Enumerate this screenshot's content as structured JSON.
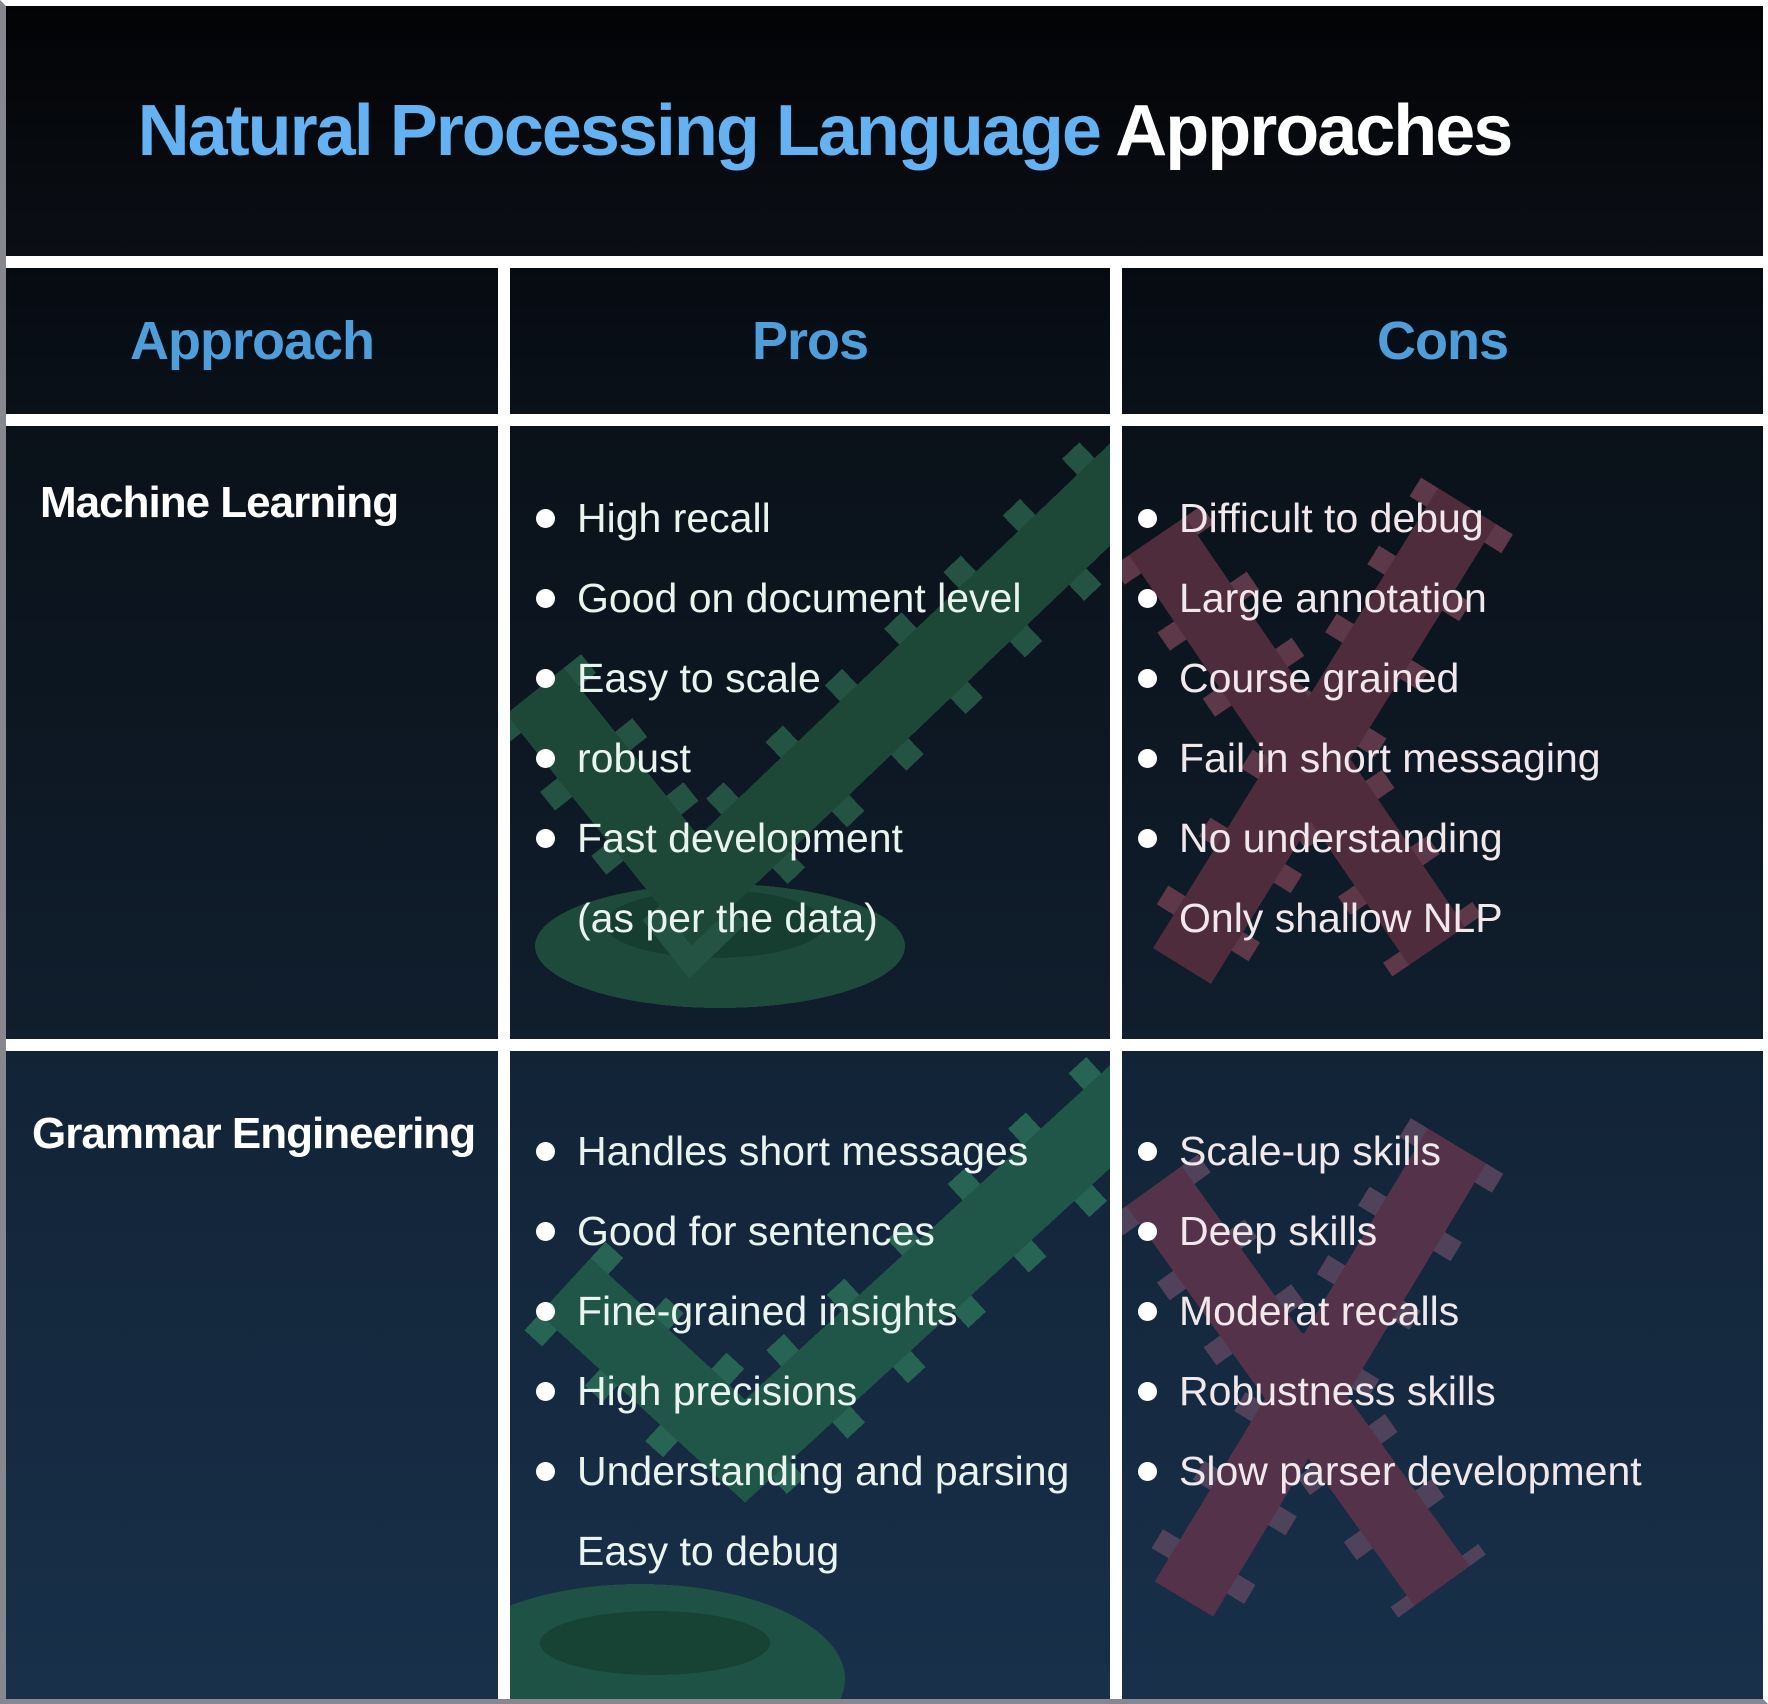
{
  "title": {
    "highlight": "Natural Processing Language",
    "rest": " Approaches"
  },
  "header": {
    "approach": "Approach",
    "pros": "Pros",
    "cons": "Cons"
  },
  "rows": [
    {
      "approach": "Machine Learning",
      "pros": [
        {
          "text": "High recall",
          "bullet": true
        },
        {
          "text": "Good on document level",
          "bullet": true
        },
        {
          "text": "Easy to scale",
          "bullet": true
        },
        {
          "text": "robust",
          "bullet": true
        },
        {
          "text": "Fast development",
          "bullet": true
        },
        {
          "text": "(as per the data)",
          "bullet": false
        }
      ],
      "cons": [
        {
          "text": "Difficult to debug",
          "bullet": true
        },
        {
          "text": "Large annotation",
          "bullet": true
        },
        {
          "text": "Course grained",
          "bullet": true
        },
        {
          "text": "Fail in short messaging",
          "bullet": true
        },
        {
          "text": "No understanding",
          "bullet": true
        },
        {
          "text": "Only shallow NLP",
          "bullet": false
        }
      ]
    },
    {
      "approach": "Grammar Engineering",
      "pros": [
        {
          "text": "Handles short messages",
          "bullet": true
        },
        {
          "text": "Good for sentences",
          "bullet": true
        },
        {
          "text": "Fine-grained insights",
          "bullet": true
        },
        {
          "text": "High precisions",
          "bullet": true
        },
        {
          "text": "Understanding and parsing",
          "bullet": true
        },
        {
          "text": "Easy to debug",
          "bullet": false
        }
      ],
      "cons": [
        {
          "text": "Scale-up skills",
          "bullet": true
        },
        {
          "text": "Deep skills",
          "bullet": true
        },
        {
          "text": "Moderat recalls",
          "bullet": true
        },
        {
          "text": "Robustness skills",
          "bullet": true
        },
        {
          "text": "Slow parser development",
          "bullet": true
        }
      ]
    }
  ],
  "icons": {
    "pros_mark": "checkmark-icon",
    "cons_mark": "cross-icon",
    "bullet": "bullet-dot-icon"
  },
  "colors": {
    "accent_blue": "#64b2f2",
    "header_blue": "#4f9ed9",
    "pros_text": "#eaf4ef",
    "cons_text": "#f1e8ec",
    "title_bg_top": "#020305",
    "title_bg_bottom": "#0b0f15",
    "header_bg_top": "#060b12",
    "header_bg_bottom": "#0a1119",
    "row1_bg_top": "#0a1119",
    "row1_bg_bottom": "#101e2d",
    "row2_bg_top": "#122336",
    "row2_bg_bottom": "#18304a",
    "check_green": "#1d4838",
    "check_teeth": "#245243",
    "check_shadow": "#1d4a3b",
    "check_shadow_dark": "#153e30",
    "check_green2": "#1f5648",
    "check_teeth2": "#276453",
    "check_shadow2": "#1d5245",
    "check_shadow2_dark": "#174334",
    "cross_red": "#4f2c3b",
    "cross_teeth": "#5c3848",
    "cross_red2": "#54324a",
    "cross_teeth2": "#51425c",
    "border_white": "#ffffff",
    "border_gray": "#87878f"
  }
}
